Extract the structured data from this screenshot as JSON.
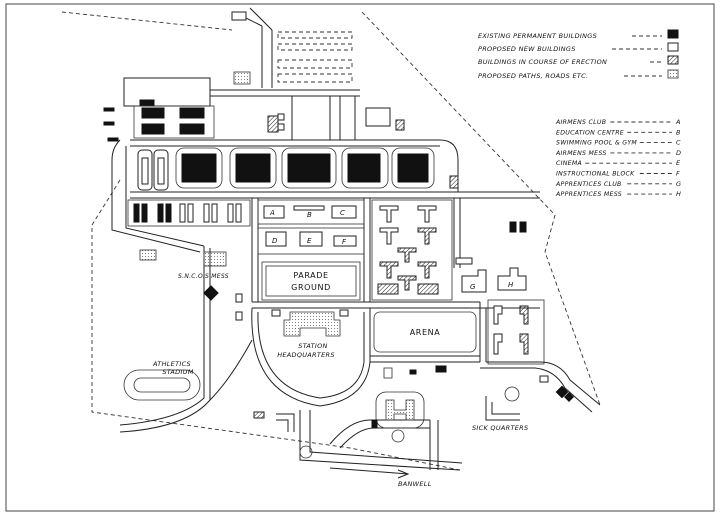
{
  "legend": {
    "items": [
      {
        "label": "EXISTING PERMANENT BUILDINGS",
        "symbol": "solid-black-square"
      },
      {
        "label": "PROPOSED NEW BUILDINGS",
        "symbol": "open-square"
      },
      {
        "label": "BUILDINGS IN COURSE OF ERECTION",
        "symbol": "hatched-square"
      },
      {
        "label": "PROPOSED PATHS, ROADS ETC.",
        "symbol": "dotted-square"
      }
    ]
  },
  "key": {
    "items": [
      {
        "name": "AIRMENS CLUB",
        "letter": "A"
      },
      {
        "name": "EDUCATION CENTRE",
        "letter": "B"
      },
      {
        "name": "SWIMMING POOL & GYM",
        "letter": "C"
      },
      {
        "name": "AIRMENS MESS",
        "letter": "D"
      },
      {
        "name": "CINEMA",
        "letter": "E"
      },
      {
        "name": "INSTRUCTIONAL BLOCK",
        "letter": "F"
      },
      {
        "name": "APPRENTICES CLUB",
        "letter": "G"
      },
      {
        "name": "APPRENTICES MESS",
        "letter": "H"
      }
    ]
  },
  "labels": {
    "sncos_mess": "S.N.C.O.S MESS",
    "parade_line1": "PARADE",
    "parade_line2": "GROUND",
    "arena": "ARENA",
    "station_line1": "STATION",
    "station_line2": "HEADQUARTERS",
    "athletics_line1": "ATHLETICS",
    "athletics_line2": "STADIUM",
    "sick_quarters": "SICK QUARTERS",
    "banwell": "BANWELL"
  },
  "colors": {
    "ink": "#111111",
    "paper": "#ffffff"
  }
}
